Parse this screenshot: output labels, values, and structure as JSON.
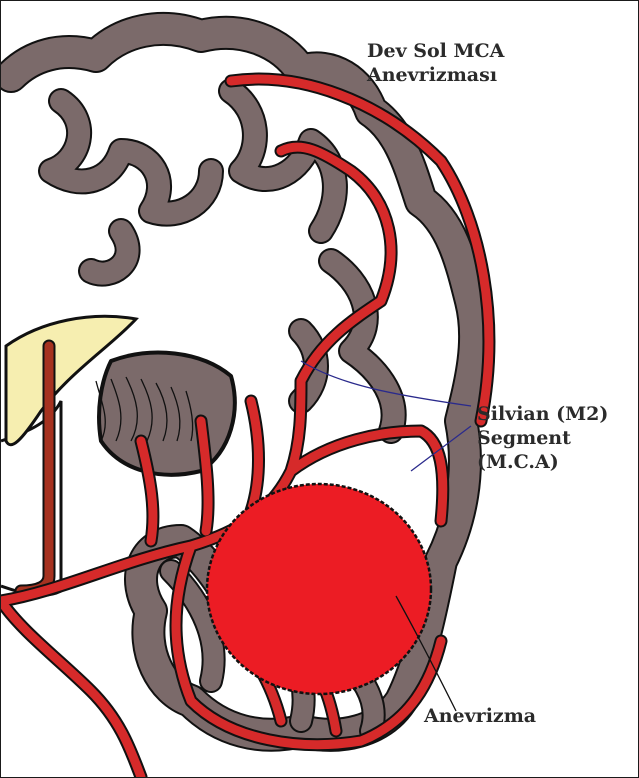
{
  "title": {
    "line1": "Dev Sol MCA",
    "line2": "Anevrizması"
  },
  "labels": {
    "segment_line1": "Silvian (M2)",
    "segment_line2": "Segment",
    "segment_line3": "(M.C.A)",
    "aneurysm": "Anevrizma"
  },
  "colors": {
    "cortex": "#7b6a6a",
    "artery": "#d62a2a",
    "aneurysm": "#ec1c24",
    "outline": "#111111",
    "ventricle": "#f6eeb0",
    "vein": "#a63220",
    "pointer": "#2a2a8c"
  }
}
